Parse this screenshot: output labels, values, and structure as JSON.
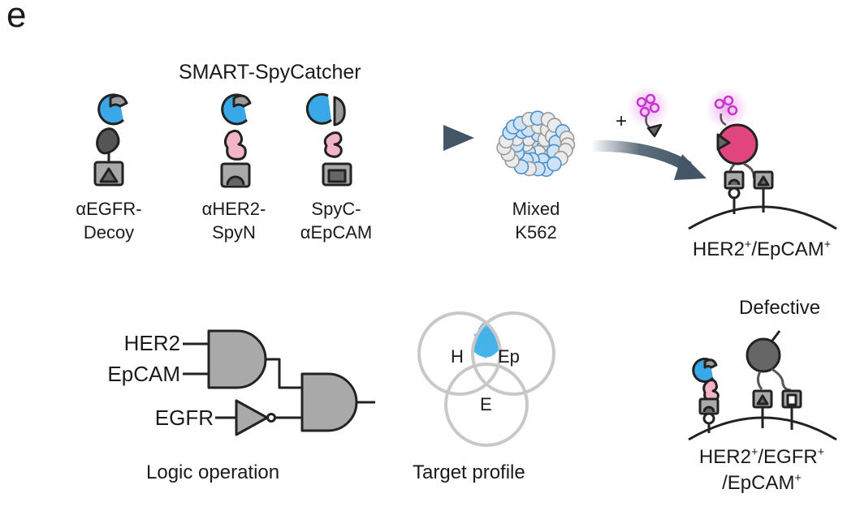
{
  "figure": {
    "panel_label": "e",
    "title": "SMART-SpyCatcher",
    "constructs": [
      {
        "line1": "αEGFR-",
        "line2": "Decoy"
      },
      {
        "line1": "αHER2-",
        "line2": "SpyN"
      },
      {
        "line1": "SpyC-",
        "line2": "αEpCAM"
      }
    ],
    "mixed": {
      "line1": "Mixed",
      "line2": "K562"
    },
    "plus_sign": "+",
    "outcome_top": {
      "part1": "HER2",
      "sup1": "+",
      "part2": "/EpCAM",
      "sup2": "+"
    },
    "defective_label": "Defective",
    "outcome_bottom": {
      "part1": "HER2",
      "sup1": "+",
      "part2": "/EGFR",
      "sup2": "+",
      "part3": "/EpCAM",
      "sup3": "+"
    },
    "logic": {
      "inputs": [
        "HER2",
        "EpCAM",
        "EGFR"
      ],
      "caption": "Logic operation"
    },
    "venn": {
      "labels": {
        "h": "H",
        "ep": "Ep",
        "e": "E"
      },
      "caption": "Target profile"
    },
    "colors": {
      "blue_domain": "#3aa7e6",
      "pink_linker": "#f2b5c5",
      "dark_decoy": "#555555",
      "gray_receptor": "#a9a9a9",
      "magenta_enzyme": "#e0457e",
      "magenta_glow": "#e56ee6",
      "arrow": "#435566",
      "venn_fill": "#45b3ea"
    }
  }
}
